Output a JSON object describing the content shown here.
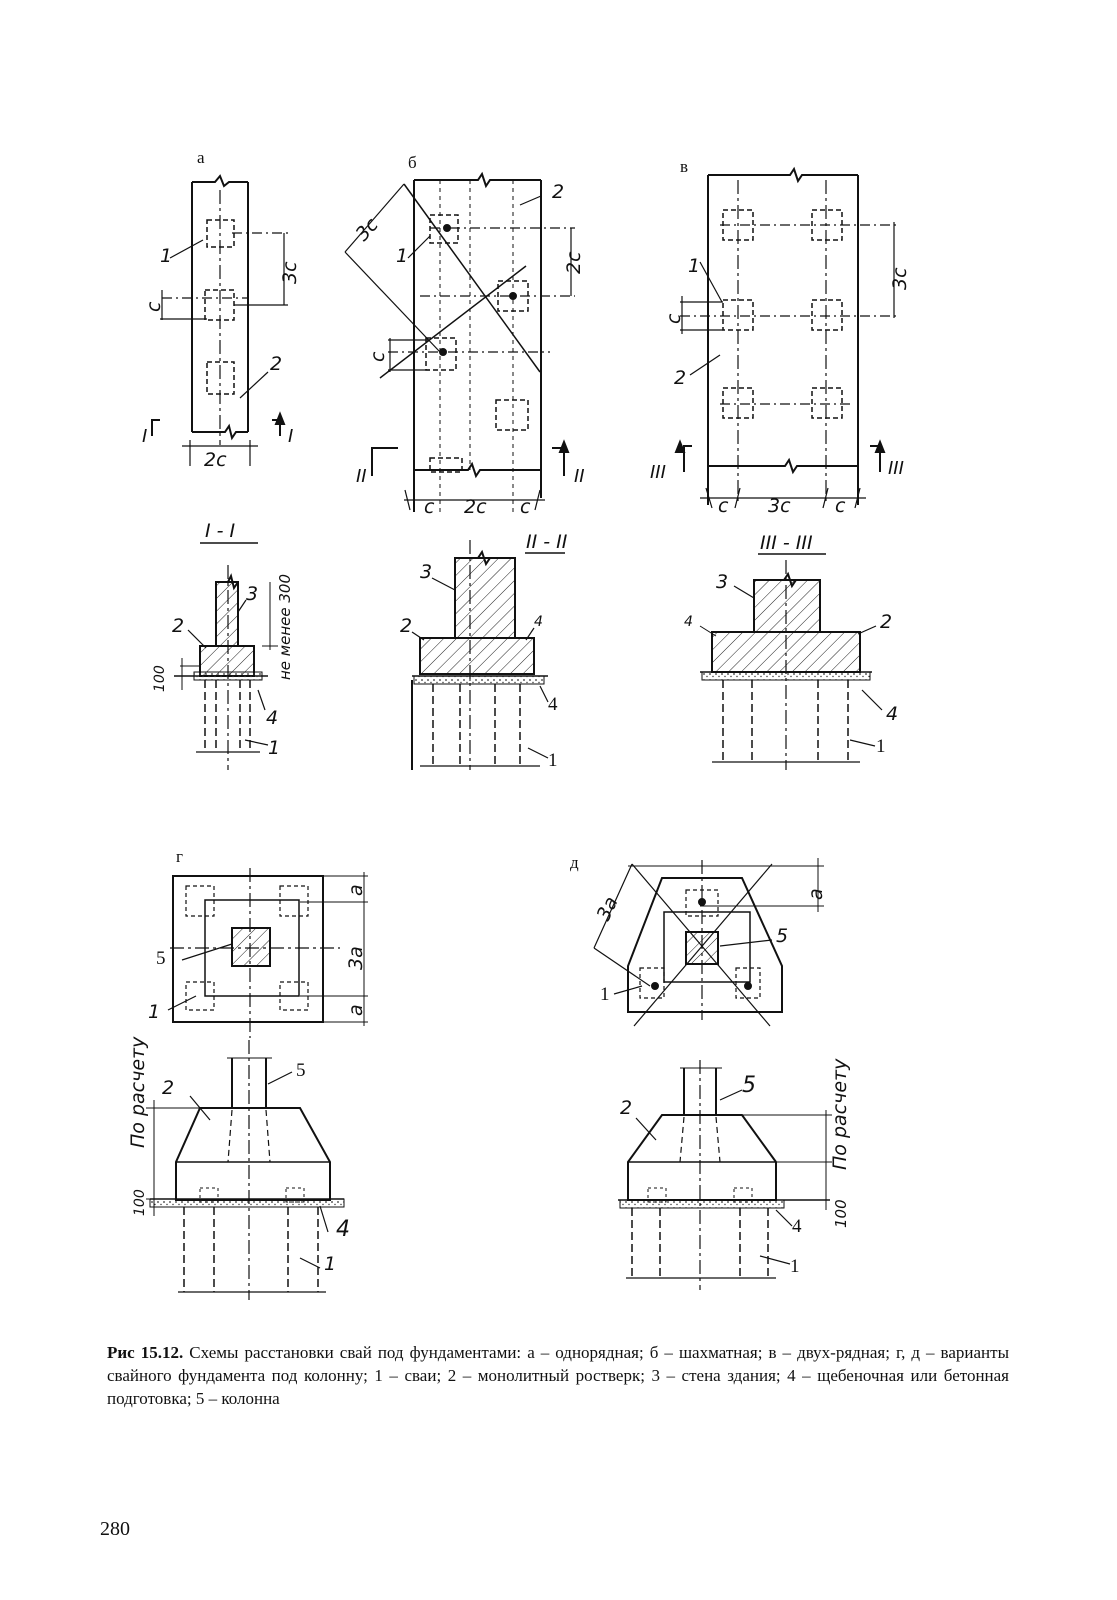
{
  "figure": {
    "panels": {
      "a": "а",
      "b": "б",
      "v": "в",
      "g": "г",
      "d": "д"
    },
    "section_marks": {
      "s1": "I",
      "s2": "II",
      "s3": "III",
      "t1": "I - I",
      "t2": "II - II",
      "t3": "III - III"
    },
    "dims": {
      "c": "c",
      "two_c": "2c",
      "three_c": "3c",
      "a": "a",
      "three_a": "3a",
      "hundred": "100",
      "min300": "не менее 300",
      "calc": "По расчету"
    },
    "callouts": {
      "n1": "1",
      "n2": "2",
      "n3": "3",
      "n4": "4",
      "n5": "5"
    }
  },
  "caption": {
    "label": "Рис 15.12.",
    "text": "Схемы расстановки свай под фундаментами: а – однорядная; б – шахматная; в – двух-рядная; г, д – варианты свайного фундамента под колонну; 1 – сваи; 2 – монолитный ростверк; 3 – стена здания; 4 – щебеночная или бетонная подготовка; 5 –  колонна"
  },
  "page_number": "280"
}
